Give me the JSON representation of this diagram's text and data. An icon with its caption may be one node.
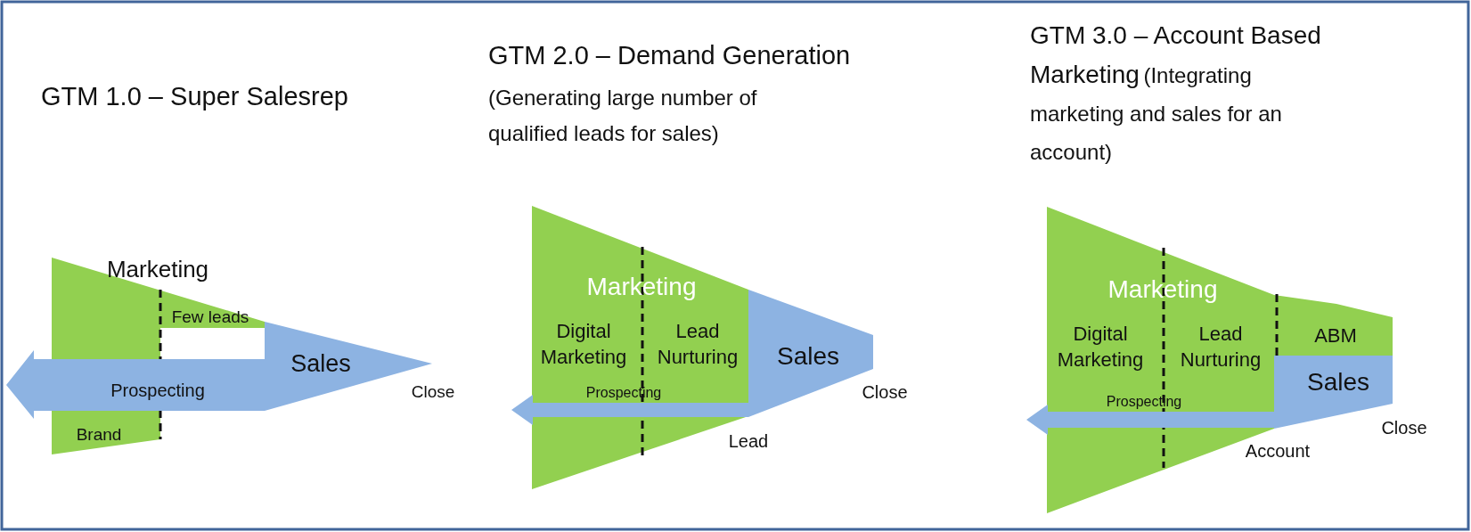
{
  "diagram": {
    "nodes": [
      {
        "text": [
          "Marketing",
          "Few leads",
          "Brand"
        ]
      },
      {
        "text": [
          "Sales",
          "Prospecting"
        ]
      },
      {
        "text": [
          "Marketing",
          "Digital Marketing",
          "Lead Nurturing"
        ]
      },
      {
        "text": [
          "Sales"
        ]
      },
      {
        "text": [
          "Marketing",
          "Digital Marketing",
          "Lead Nurturing",
          "ABM"
        ]
      },
      {
        "text": [
          "Sales"
        ]
      }
    ],
    "edges": [
      {
        "from": 3,
        "to": 2,
        "arrow": "to",
        "label": "Prospecting"
      },
      {
        "from": 5,
        "to": 4,
        "arrow": "to",
        "label": "Prospecting"
      }
    ],
    "labels": [
      "GTM 1.0 – Super Salesrep",
      "GTM 2.0 – Demand Generation",
      "(Generating large number of qualified leads for sales)",
      "GTM 3.0 – Account Based Marketing",
      "(Integrating marketing and sales for an account)",
      "Close",
      "Close",
      "Lead",
      "Account",
      "Close"
    ]
  }
}
